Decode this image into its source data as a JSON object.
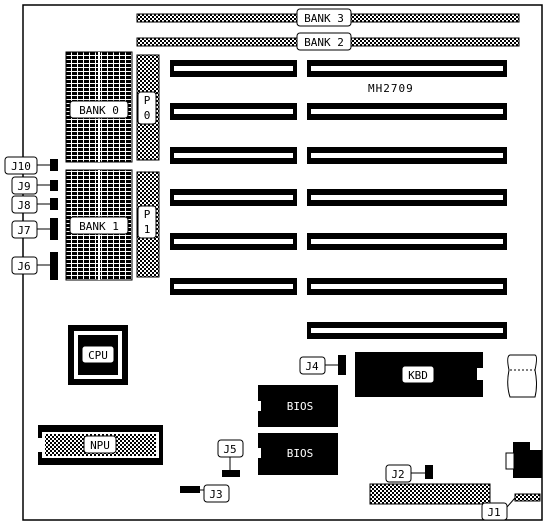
{
  "board_model": "MH2709",
  "labels": {
    "bank3": "BANK 3",
    "bank2": "BANK 2",
    "bank0": "BANK 0",
    "bank1": "BANK 1",
    "p0": "P0",
    "p1": "P1",
    "cpu": "CPU",
    "npu": "NPU",
    "kbd": "KBD",
    "bios1": "BIOS",
    "bios2": "BIOS"
  },
  "jumpers": {
    "j1": "J1",
    "j2": "J2",
    "j3": "J3",
    "j4": "J4",
    "j5": "J5",
    "j6": "J6",
    "j7": "J7",
    "j8": "J8",
    "j9": "J9",
    "j10": "J10"
  },
  "colors": {
    "ink": "#000000",
    "paper": "#ffffff"
  }
}
